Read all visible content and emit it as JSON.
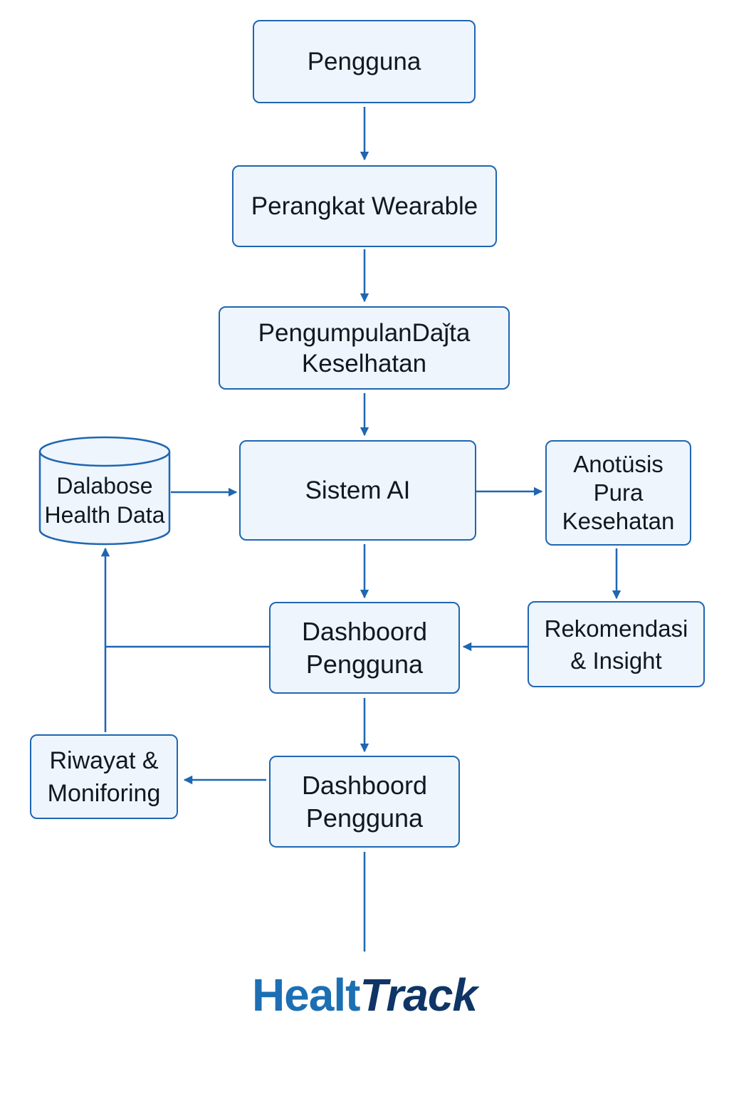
{
  "nodes": {
    "pengguna": "Pengguna",
    "wearable": "Perangkat Wearable",
    "pengumpulan": {
      "line1": "PengumpulanDaǰta",
      "line2": "Keselhatan"
    },
    "sistem_ai": "Sistem AI",
    "database": {
      "line1": "Dalabose",
      "line2": "Health Data"
    },
    "analisis": {
      "line1": "Anotüsis",
      "line2": "Pura",
      "line3": "Kesehatan"
    },
    "rekomendasi": {
      "line1": "Rekomendasi",
      "line2": "& Insight"
    },
    "dashboard_1": {
      "line1": "Dashboord",
      "line2": "Pengguna"
    },
    "dashboard_2": {
      "line1": "Dashboord",
      "line2": "Pengguna"
    },
    "riwayat": {
      "line1": "Riwayat &",
      "line2": "Moniforing"
    }
  },
  "logo": {
    "part1": "Healt",
    "part2": "Track"
  },
  "colors": {
    "box_border": "#1f66b1",
    "box_fill": "#eef5fc",
    "arrow": "#1f66b1",
    "logo_primary": "#1c6fb3",
    "logo_secondary": "#0e3566"
  }
}
